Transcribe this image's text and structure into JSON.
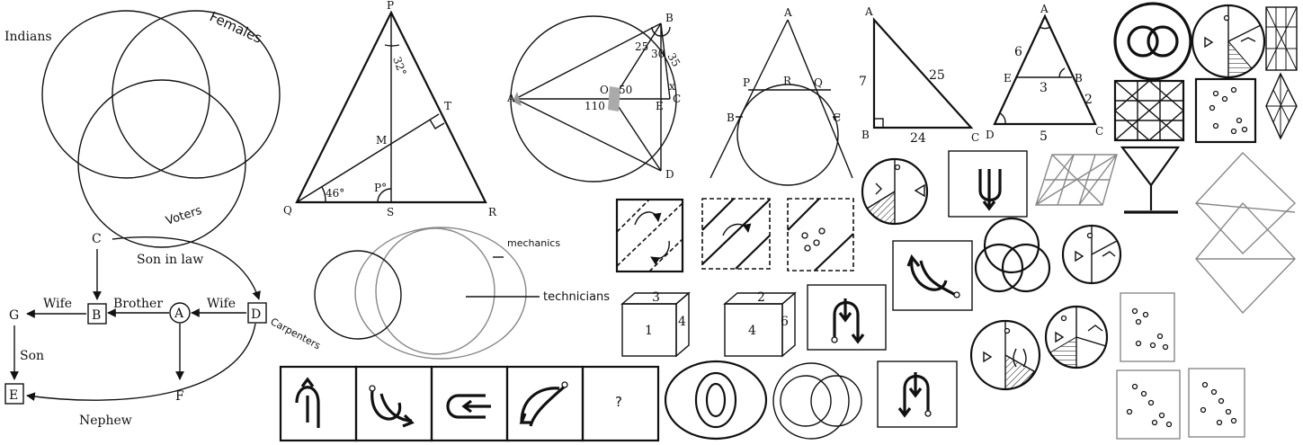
{
  "venn_people": {
    "set_a": "Indians",
    "set_b": "Females",
    "set_c": "Voters"
  },
  "triangle_pqr": {
    "vertices": [
      "P",
      "Q",
      "R",
      "S",
      "T",
      "M"
    ],
    "angle_top": "32°",
    "angle_q": "46°",
    "angle_s": "P°"
  },
  "circle_geometry": {
    "points": [
      "A",
      "B",
      "C",
      "D",
      "O",
      "E"
    ],
    "angles": [
      "25",
      "30",
      "35",
      "50",
      "110",
      "x"
    ]
  },
  "tangent_circle": {
    "points": [
      "A",
      "P",
      "R",
      "Q",
      "B",
      "C"
    ]
  },
  "right_triangle": {
    "vertices": [
      "A",
      "B",
      "C"
    ],
    "sides": [
      "7",
      "25",
      "24"
    ]
  },
  "similar_triangles": {
    "vertices": [
      "A",
      "E",
      "B",
      "D",
      "C"
    ],
    "sides": [
      "6",
      "3",
      "2",
      "5"
    ]
  },
  "family_tree": {
    "nodes": [
      "C",
      "G",
      "B",
      "A",
      "D",
      "E",
      "F"
    ],
    "relations": [
      "Son in law",
      "Wife",
      "Brother",
      "Wife",
      "Son",
      "Nephew"
    ]
  },
  "venn_jobs": {
    "set_a": "mechanics",
    "set_b": "technicians",
    "set_c": "Carpenters"
  },
  "dice": [
    {
      "top": "3",
      "front": "1",
      "side": "4"
    },
    {
      "top": "2",
      "front": "4",
      "side": "6"
    }
  ],
  "series_question": "?"
}
